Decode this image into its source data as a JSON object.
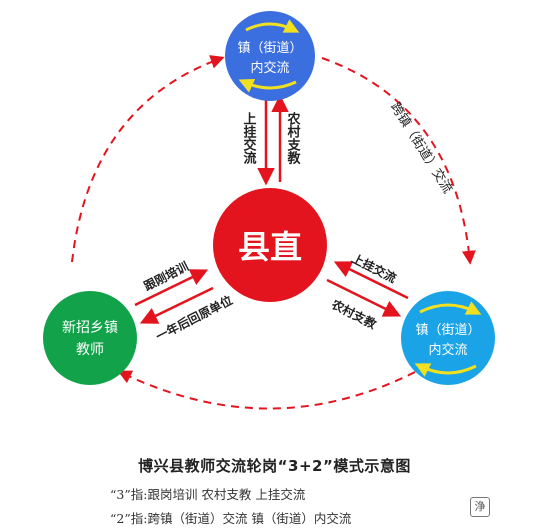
{
  "nodes": {
    "top": {
      "lines": [
        "镇（街道）",
        "内交流"
      ],
      "color": "#3b6fe0"
    },
    "center": {
      "label": "县直",
      "color": "#e3141d"
    },
    "left": {
      "lines": [
        "新招乡镇",
        "教师"
      ],
      "color": "#12a24a"
    },
    "right": {
      "lines": [
        "镇（街道）",
        "内交流"
      ],
      "color": "#1aa3e6"
    }
  },
  "links": {
    "top_down": "上挂交流",
    "top_up": "农村支教",
    "right_upper": "上挂交流",
    "right_lower": "农村支教",
    "left_upper": "跟刚培训",
    "left_lower": "一年后回原单位",
    "outer_right": "跨镇（街道）交流"
  },
  "colors": {
    "arrow": "#e3141d",
    "cycle_arrow": "#f0e020",
    "text": "#222222"
  },
  "caption": {
    "title": "博兴县教师交流轮岗“3+2”模式示意图",
    "line1": "“3”指:跟岗培训   农村支教   上挂交流",
    "line2": "“2”指:跨镇（街道）交流   镇（街道）内交流",
    "watermark_glyph": "浄"
  }
}
